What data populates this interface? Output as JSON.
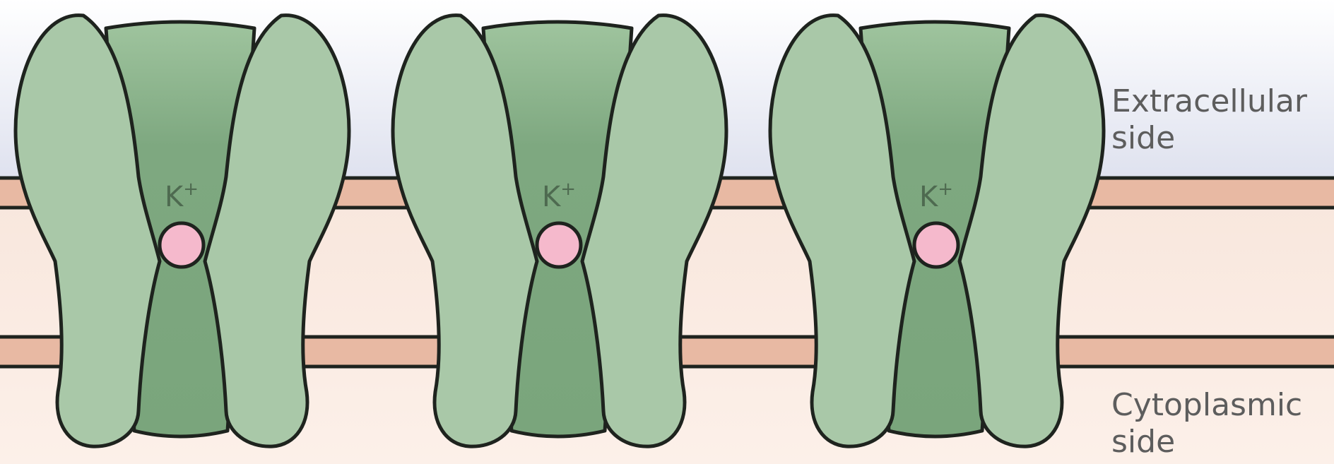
{
  "diagram": {
    "labels": {
      "extracellular": [
        "Extracellular",
        "side"
      ],
      "cytoplasmic": [
        "Cytoplasmic",
        "side"
      ]
    },
    "channels": [
      {
        "ion_label": "K+"
      },
      {
        "ion_label": "K+"
      },
      {
        "ion_label": "K+"
      }
    ],
    "colors": {
      "extracellular_top": "#ffffff",
      "extracellular_bottom": "#dfe2ef",
      "membrane_band": "#e8b9a3",
      "membrane_interior": "#f8e6dc",
      "cytoplasm": "#fbede5",
      "channel_outer": "#a9c8a8",
      "channel_inner": "#7ea880",
      "ion": "#f5b9cc",
      "outline": "#1e231e"
    }
  }
}
